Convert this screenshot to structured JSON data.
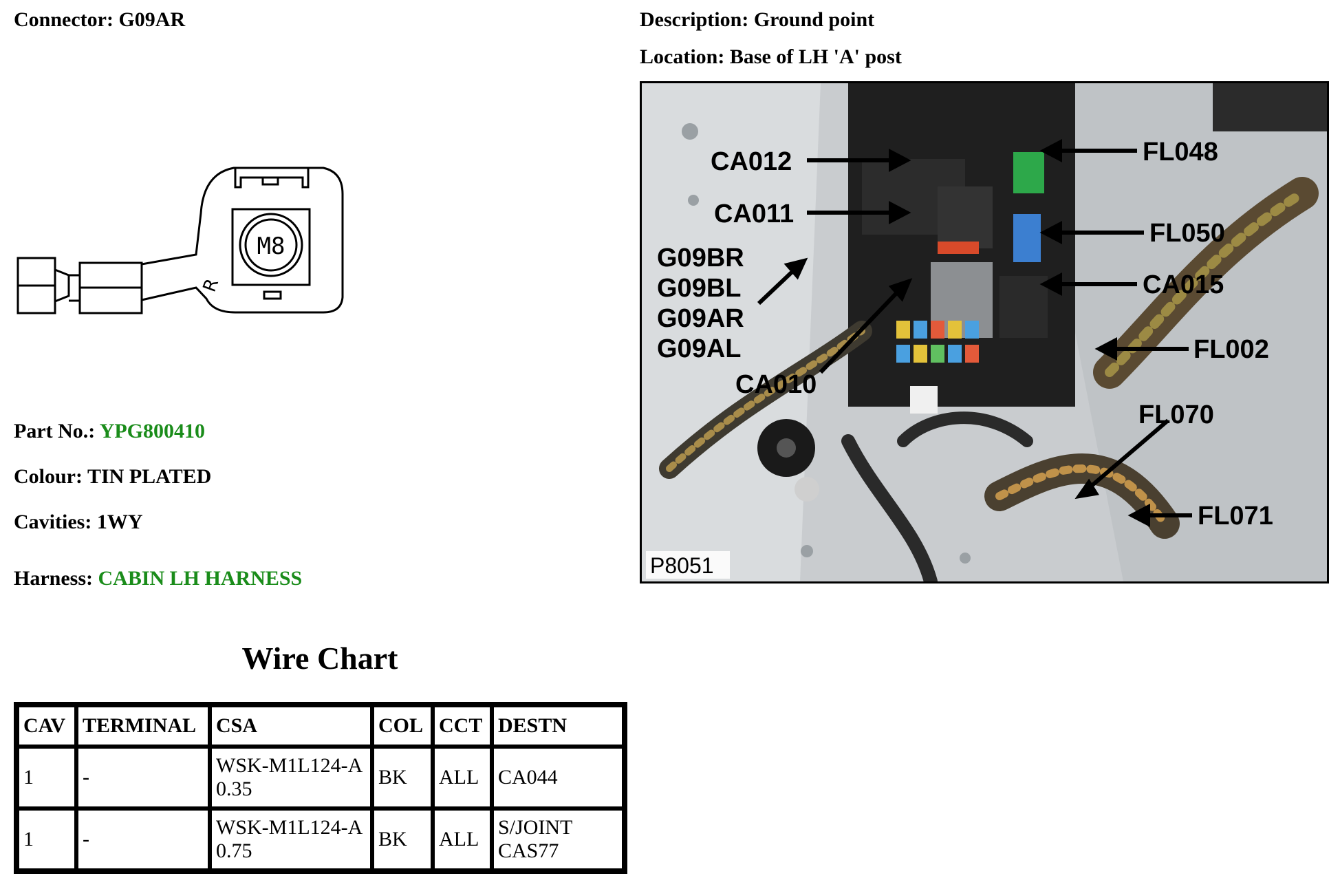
{
  "connector": {
    "label": "Connector:",
    "value": "G09AR"
  },
  "description": {
    "label": "Description:",
    "value": "Ground point"
  },
  "location": {
    "label": "Location:",
    "value": "Base of LH 'A' post"
  },
  "part_no": {
    "label": "Part No.:",
    "value": "YPG800410"
  },
  "colour": {
    "label": "Colour:",
    "value": "TIN PLATED"
  },
  "cavities": {
    "label": "Cavities:",
    "value": "1WY"
  },
  "harness": {
    "label": "Harness:",
    "value": "CABIN LH HARNESS"
  },
  "drawing": {
    "stud_label": "M8",
    "side_mark": "R"
  },
  "photo": {
    "ref": "P8051",
    "callouts": {
      "ca012": "CA012",
      "ca011": "CA011",
      "g09br": "G09BR",
      "g09bl": "G09BL",
      "g09ar": "G09AR",
      "g09al": "G09AL",
      "ca010": "CA010",
      "fl048": "FL048",
      "fl050": "FL050",
      "ca015": "CA015",
      "fl002": "FL002",
      "fl070": "FL070",
      "fl071": "FL071"
    }
  },
  "wire_chart": {
    "title": "Wire Chart",
    "headers": [
      "CAV",
      "TERMINAL",
      "CSA",
      "COL",
      "CCT",
      "DESTN"
    ],
    "rows": [
      {
        "cav": "1",
        "terminal": "-",
        "csa": "WSK-M1L124-A 0.35",
        "col": "BK",
        "cct": "ALL",
        "destn": "CA044"
      },
      {
        "cav": "1",
        "terminal": "-",
        "csa": "WSK-M1L124-A 0.75",
        "col": "BK",
        "cct": "ALL",
        "destn": "S/JOINT CAS77"
      }
    ]
  },
  "colors": {
    "link_green": "#1a8c1a"
  }
}
